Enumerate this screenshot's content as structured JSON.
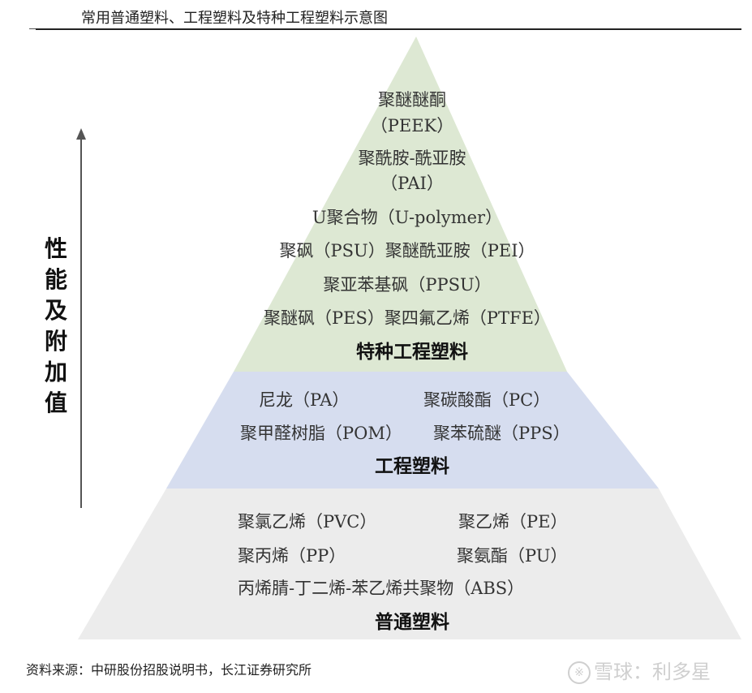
{
  "header": {
    "title": "常用普通塑料、工程塑料及特种工程塑料示意图"
  },
  "axis": {
    "label_chars": [
      "性",
      "能",
      "及",
      "附",
      "加",
      "值"
    ]
  },
  "tiers": {
    "special": {
      "color": "#dde8d3",
      "title": "特种工程塑料",
      "lines": [
        "聚醚醚酮",
        "（PEEK）",
        "聚酰胺-酰亚胺",
        "（PAI）",
        "U聚合物（U-polymer）",
        "聚砜（PSU）聚醚酰亚胺（PEI）",
        "聚亚苯基砜（PPSU）",
        "聚醚砜（PES）聚四氟乙烯（PTFE）"
      ]
    },
    "engineering": {
      "color": "#d6ddef",
      "title": "工程塑料",
      "items": [
        "尼龙（PA）",
        "聚碳酸酯（PC）",
        "聚甲醛树脂（POM）",
        "聚苯硫醚（PPS）"
      ]
    },
    "general": {
      "color": "#ececec",
      "title": "普通塑料",
      "items": [
        "聚氯乙烯（PVC）",
        "聚乙烯（PE）",
        "聚丙烯（PP）",
        "聚氨酯（PU）"
      ],
      "bottom_line": "丙烯腈-丁二烯-苯乙烯共聚物（ABS）"
    }
  },
  "footer": {
    "source": "资料来源：中研股份招股说明书，长江证券研究所"
  },
  "watermark": {
    "icon": "snowball-logo-icon",
    "text": "雪球：利多星"
  }
}
